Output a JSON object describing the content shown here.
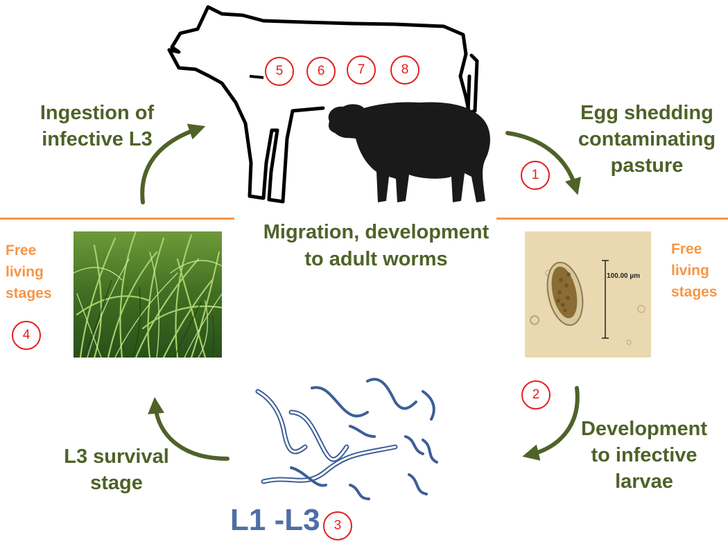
{
  "labels": {
    "ingestion": [
      "Ingestion of",
      "infective L3"
    ],
    "egg_shedding": [
      "Egg shedding",
      "contaminating",
      "pasture"
    ],
    "migration": [
      "Migration, development",
      "to adult worms"
    ],
    "development": [
      "Development",
      "to infective",
      "larvae"
    ],
    "survival": [
      "L3 survival",
      "stage"
    ],
    "free_living_left": [
      "Free",
      "living",
      "stages"
    ],
    "free_living_right": [
      "Free",
      "living",
      "stages"
    ],
    "larval_stage": "L1 -L3",
    "scale_bar": "100.00 µm"
  },
  "step_numbers": [
    "1",
    "2",
    "3",
    "4",
    "5",
    "6",
    "7",
    "8"
  ],
  "colors": {
    "green": "#4f6228",
    "orange": "#f79646",
    "red": "#e41e1e",
    "blue_text": "#4e6ea6",
    "worm": "#3c5f96"
  }
}
